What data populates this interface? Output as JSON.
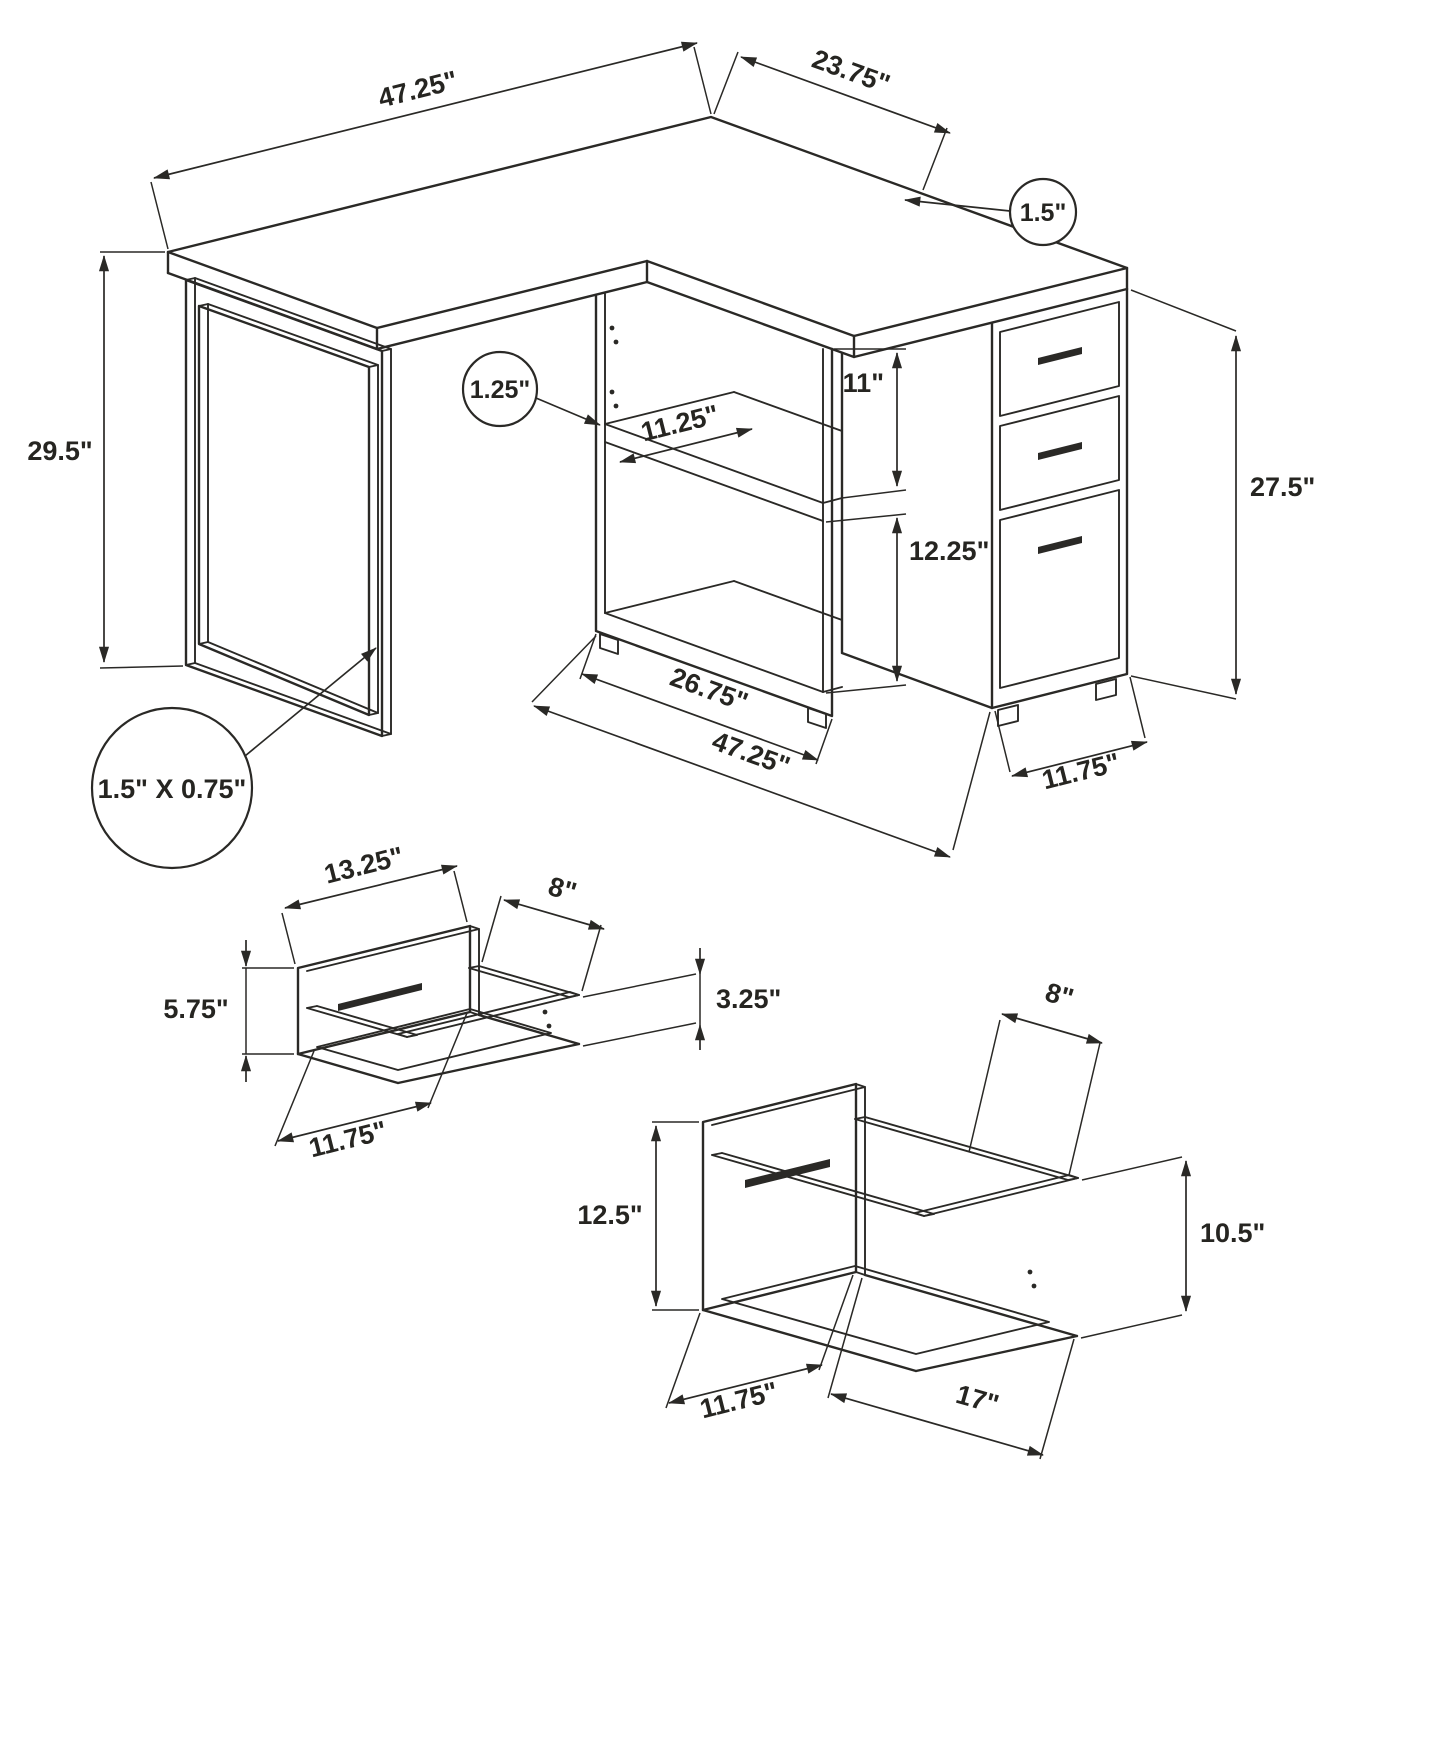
{
  "figure": {
    "kind": "furniture dimension diagram",
    "line_color": "#2a2926",
    "background": "#ffffff"
  },
  "desk": {
    "dim_top_length": "47.25\"",
    "dim_return_top_width": "23.75\"",
    "callout_top_thickness": "1.5\"",
    "dim_height": "29.5\"",
    "callout_shelf_thickness": "1.25\"",
    "dim_shelf_depth": "11.25\"",
    "dim_top_opening": "11\"",
    "dim_bottom_opening": "12.25\"",
    "dim_shelf_width": "26.75\"",
    "dim_return_length": "47.25\"",
    "dim_drawer_width": "11.75\"",
    "dim_pedestal_height": "27.5\"",
    "callout_leg_tube": "1.5\" X 0.75\""
  },
  "small_drawer": {
    "dim_width": "13.25\"",
    "dim_depth": "8\"",
    "dim_front_height": "5.75\"",
    "dim_side_height": "3.25\"",
    "dim_inner_width": "11.75\""
  },
  "file_drawer": {
    "dim_top_depth": "8\"",
    "dim_side_height": "10.5\"",
    "dim_front_height": "12.5\"",
    "dim_inner_width": "11.75\"",
    "dim_depth": "17\""
  }
}
